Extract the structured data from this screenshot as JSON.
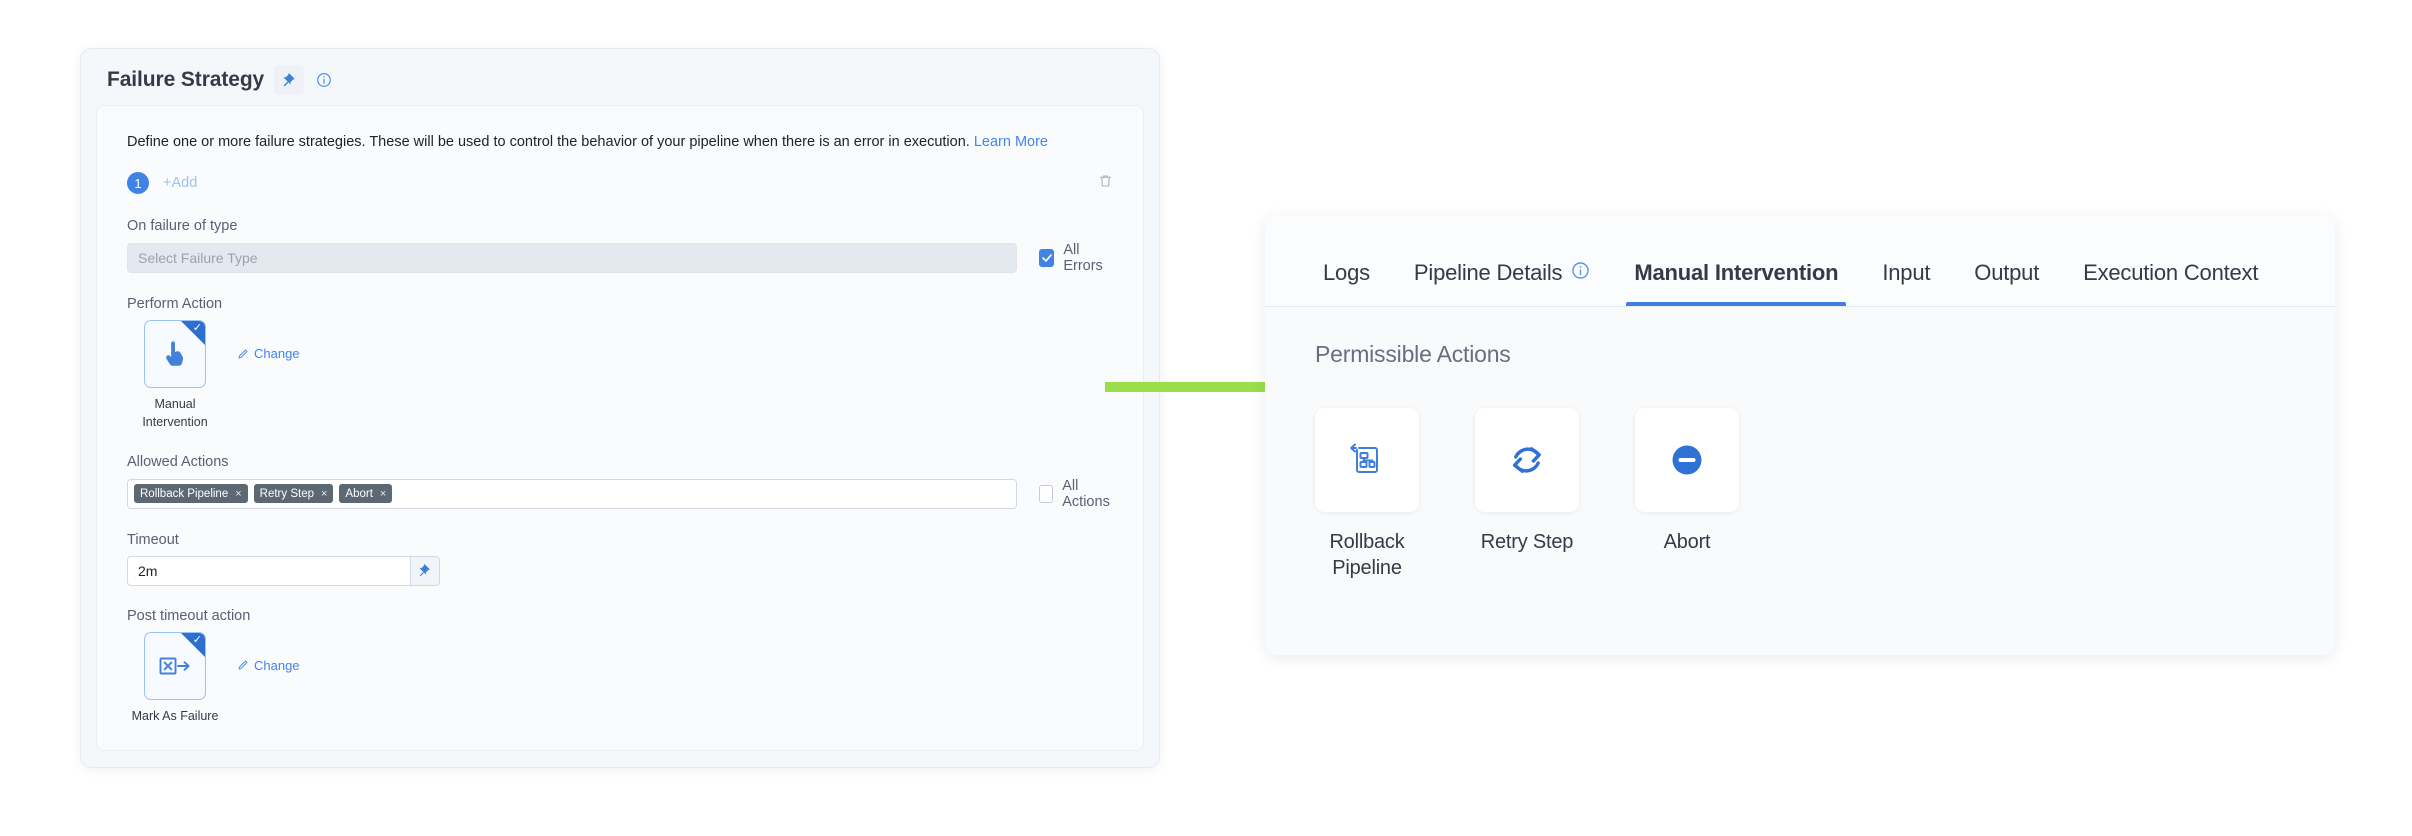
{
  "left_panel": {
    "title": "Failure Strategy",
    "pin_icon": "pin-icon",
    "info_icon": "info-circle-icon",
    "description": "Define one or more failure strategies. These will be used to control the behavior of your pipeline when there is an error in execution.",
    "learn_more": "Learn More",
    "strategy_index": "1",
    "add_label": "+Add",
    "delete_icon": "trash-icon",
    "on_failure_of_type": {
      "label": "On failure of type",
      "placeholder": "Select Failure Type",
      "checkbox_label": "All Errors",
      "checked": true
    },
    "perform_action": {
      "label": "Perform Action",
      "tile_caption": "Manual Intervention",
      "tile_icon": "pointing-hand-icon",
      "selected": true,
      "change_label": "Change"
    },
    "allowed_actions": {
      "label": "Allowed Actions",
      "chips": [
        "Rollback Pipeline",
        "Retry Step",
        "Abort"
      ],
      "checkbox_label": "All Actions",
      "checked": false
    },
    "timeout": {
      "label": "Timeout",
      "value": "2m",
      "pin_icon": "pin-icon"
    },
    "post_timeout_action": {
      "label": "Post timeout action",
      "tile_caption": "Mark As Failure",
      "tile_icon": "mark-as-failure-icon",
      "selected": true,
      "change_label": "Change"
    }
  },
  "arrow": {
    "name": "green-pointer-arrow",
    "color": "#9ade4c"
  },
  "right_panel": {
    "tabs": [
      {
        "label": "Logs",
        "active": false,
        "info_icon": false
      },
      {
        "label": "Pipeline Details",
        "active": false,
        "info_icon": true
      },
      {
        "label": "Manual Intervention",
        "active": true,
        "info_icon": false
      },
      {
        "label": "Input",
        "active": false,
        "info_icon": false
      },
      {
        "label": "Output",
        "active": false,
        "info_icon": false
      },
      {
        "label": "Execution Context",
        "active": false,
        "info_icon": false
      }
    ],
    "panel_title": "Permissible Actions",
    "actions": [
      {
        "label": "Rollback Pipeline",
        "icon": "rollback-pipeline-icon"
      },
      {
        "label": "Retry Step",
        "icon": "retry-step-icon"
      },
      {
        "label": "Abort",
        "icon": "abort-icon"
      }
    ]
  },
  "colors": {
    "accent": "#4183e4",
    "chip_bg": "#5c6873",
    "arrow_green": "#9ade4c",
    "tab_underline": "#3e7fe0"
  }
}
